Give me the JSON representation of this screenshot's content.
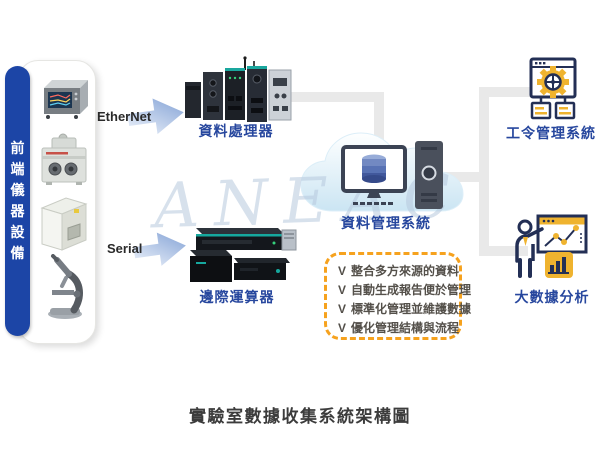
{
  "watermark": "ANEAC",
  "title": "實驗室數據收集系統架構圖",
  "left_panel": {
    "label": "前端儀器設備",
    "device_icons": [
      "benchtop-analyzer-icon",
      "lab-machine-icon",
      "incubator-cabinet-icon",
      "microscope-icon"
    ]
  },
  "links": {
    "ethernet": "EtherNet",
    "serial": "Serial"
  },
  "nodes": {
    "data_processor": {
      "label": "資料處理器"
    },
    "edge_computer": {
      "label": "邊際運算器"
    },
    "data_management": {
      "label": "資料管理系統"
    },
    "work_order": {
      "label": "工令管理系統"
    },
    "big_data": {
      "label": "大數據分析"
    }
  },
  "checklist": {
    "items": [
      {
        "mark": "V",
        "text": "整合多方來源的資料"
      },
      {
        "mark": "V",
        "text": "自動生成報告便於管理"
      },
      {
        "mark": "V",
        "text": "標準化管理並維護數據"
      },
      {
        "mark": "V",
        "text": "優化管理結構與流程"
      }
    ]
  },
  "colors": {
    "accent_blue": "#27479e",
    "bar_blue": "#1c45a6",
    "dash_orange": "#f6a21e",
    "icon_orange": "#efb32f",
    "icon_navy": "#232f55",
    "connector_gray": "#e9e9e9"
  }
}
